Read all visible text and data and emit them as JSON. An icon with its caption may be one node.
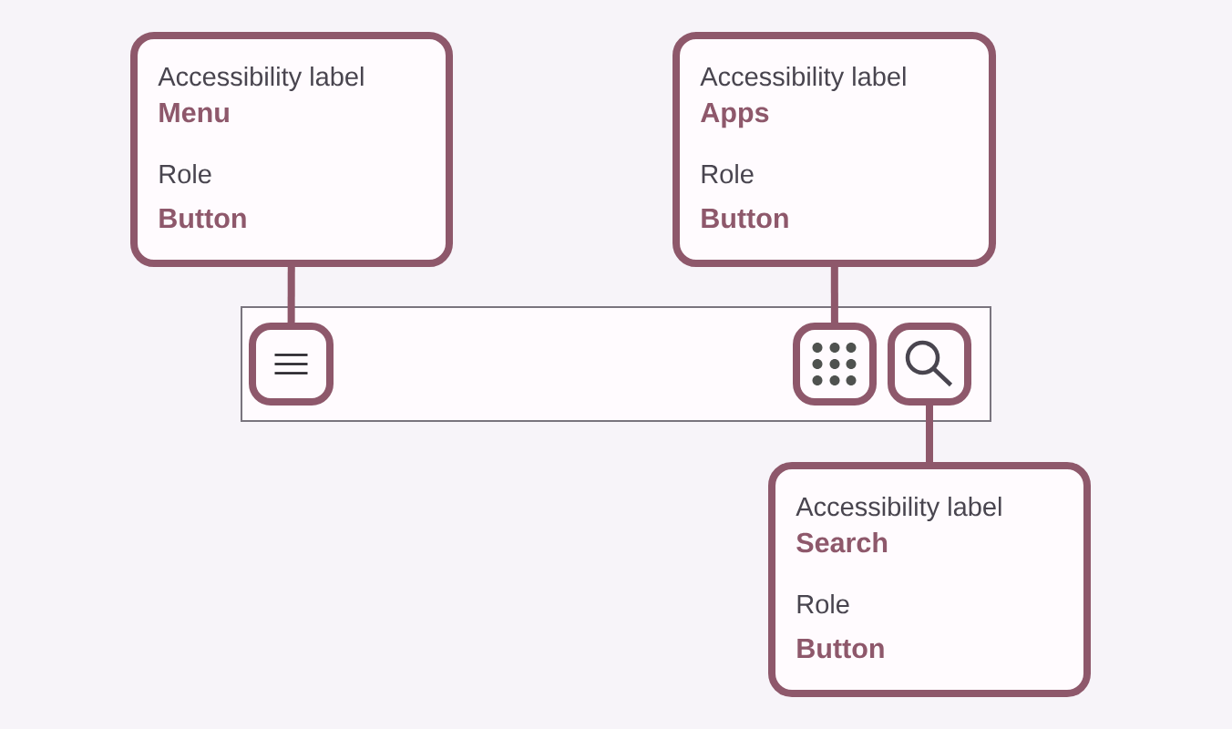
{
  "diagram": {
    "nodes": [
      {
        "text": [
          "Accessibility label",
          "Menu",
          "Role",
          "Button"
        ]
      },
      {
        "text": [
          "Accessibility label",
          "Apps",
          "Role",
          "Button"
        ]
      },
      {
        "text": [],
        "shape": "box"
      },
      {
        "text": [],
        "shape": "box",
        "in": 2
      },
      {
        "text": [],
        "shape": "box",
        "in": 2
      },
      {
        "text": [],
        "shape": "box",
        "in": 2
      },
      {
        "text": [
          "Accessibility label",
          "Search",
          "Role",
          "Button"
        ]
      }
    ],
    "edges": [
      {
        "from": 0,
        "to": 3,
        "arrow": "none"
      },
      {
        "from": 1,
        "to": 4,
        "arrow": "none"
      },
      {
        "from": 6,
        "to": 5,
        "arrow": "none"
      }
    ]
  }
}
